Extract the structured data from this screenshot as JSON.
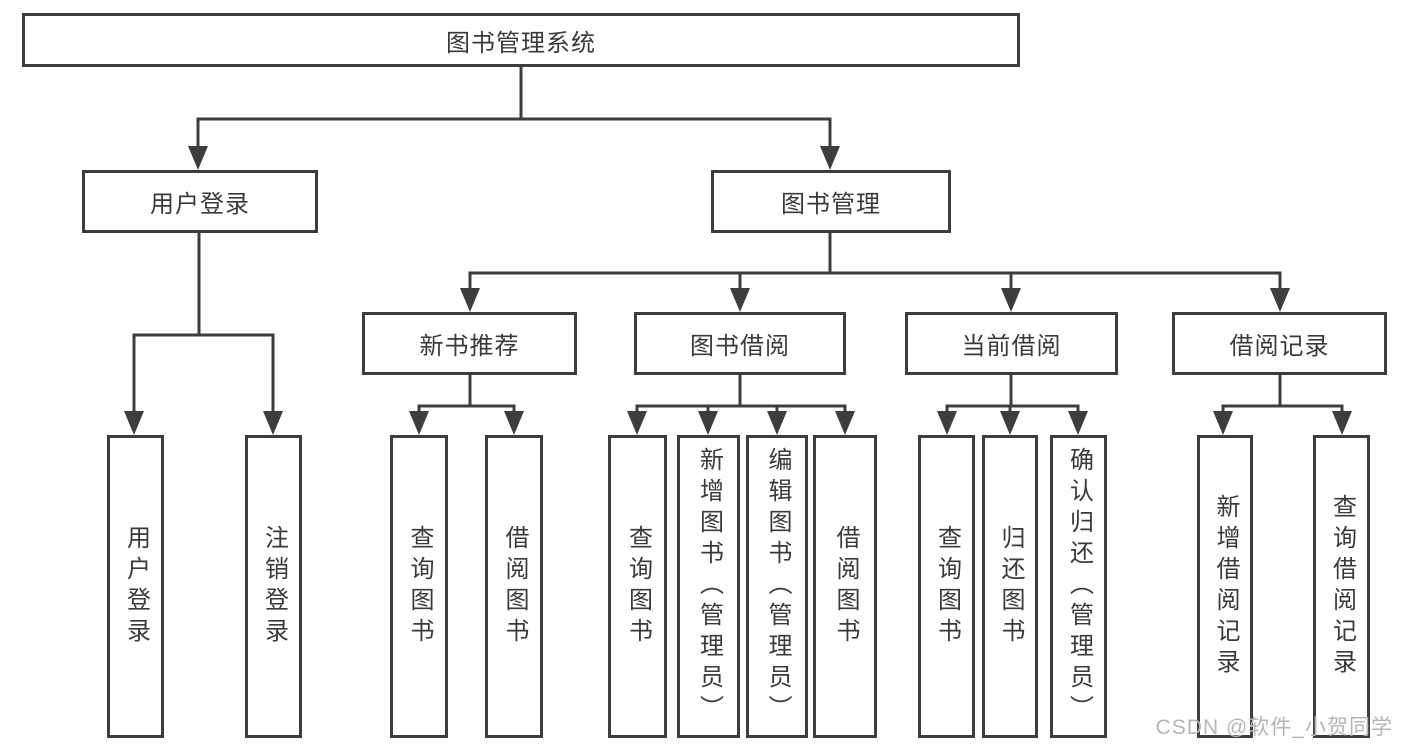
{
  "diagram_title": "图书管理系统",
  "nodes": {
    "root": "图书管理系统",
    "user_login": "用户登录",
    "book_mgmt": "图书管理",
    "login_user": "用户登录",
    "login_logout": "注销登录",
    "new_books": "新书推荐",
    "book_borrow": "图书借阅",
    "current_borrow": "当前借阅",
    "borrow_records": "借阅记录",
    "nb_query": "查询图书",
    "nb_borrow": "借阅图书",
    "bb_query": "查询图书",
    "bb_add": "新增图书（管理员）",
    "bb_edit": "编辑图书（管理员）",
    "bb_borrow": "借阅图书",
    "cb_query": "查询图书",
    "cb_return": "归还图书",
    "cb_confirm": "确认归还（管理员）",
    "br_add": "新增借阅记录",
    "br_query": "查询借阅记录"
  },
  "edges": [
    {
      "from": "图书管理系统",
      "to": [
        "用户登录",
        "图书管理"
      ]
    },
    {
      "from": "用户登录",
      "to": [
        "用户登录",
        "注销登录"
      ]
    },
    {
      "from": "图书管理",
      "to": [
        "新书推荐",
        "图书借阅",
        "当前借阅",
        "借阅记录"
      ]
    },
    {
      "from": "新书推荐",
      "to": [
        "查询图书",
        "借阅图书"
      ]
    },
    {
      "from": "图书借阅",
      "to": [
        "查询图书",
        "新增图书（管理员）",
        "编辑图书（管理员）",
        "借阅图书"
      ]
    },
    {
      "from": "当前借阅",
      "to": [
        "查询图书",
        "归还图书",
        "确认归还（管理员）"
      ]
    },
    {
      "from": "借阅记录",
      "to": [
        "新增借阅记录",
        "查询借阅记录"
      ]
    }
  ],
  "watermark": {
    "text": "CSDN @软件_小贺同学"
  },
  "colors": {
    "line": "#3d3d3d",
    "text": "#3a3a3a",
    "background": "#ffffff",
    "watermark": "#b6b6b6"
  }
}
